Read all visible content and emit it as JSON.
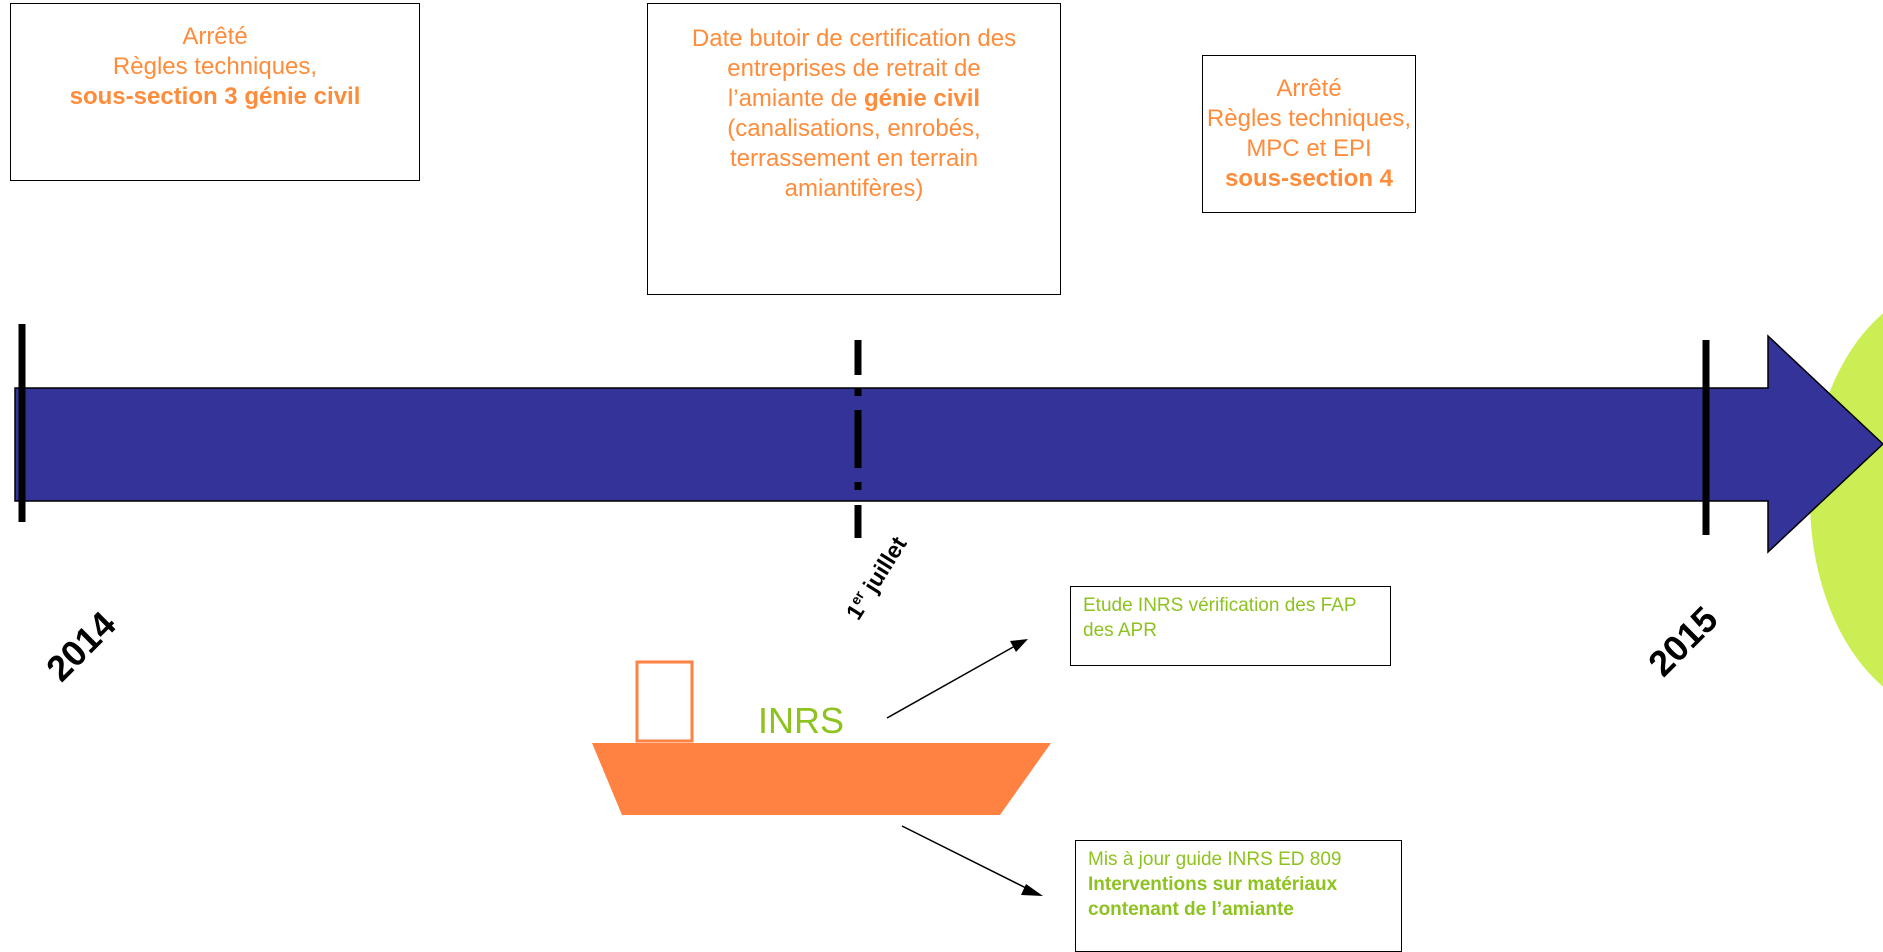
{
  "boxes": {
    "top_left": {
      "line1": "Arrêté",
      "line2": "Règles techniques,",
      "bold": "sous-section 3 génie civil"
    },
    "top_middle": {
      "line1": "Date butoir  de certification des entreprises de retrait de l’amiante de",
      "bold": "génie civil",
      "line2": "(canalisations, enrobés, terrassement en terrain amiantifères)"
    },
    "top_right": {
      "line1": "Arrêté",
      "line2": "Règles techniques,",
      "line3": "MPC et EPI",
      "bold": "sous-section 4"
    },
    "inrs_study": {
      "text": "Etude INRS vérification des FAP des APR"
    },
    "inrs_guide": {
      "line1": "Mis à jour guide INRS ED 809",
      "bold": "Interventions sur matériaux contenant de l’amiante"
    }
  },
  "timeline": {
    "start_year": "2014",
    "end_year": "2015",
    "mid_label_num": "1",
    "mid_label_sup": "er",
    "mid_label_text": "juillet"
  },
  "ship": {
    "label": "INRS"
  },
  "colors": {
    "arrow": "#333399",
    "orange_text": "#ff8c3a",
    "green_text": "#8dc21f",
    "ship": "#ff8243",
    "circle": "#ccee55"
  }
}
